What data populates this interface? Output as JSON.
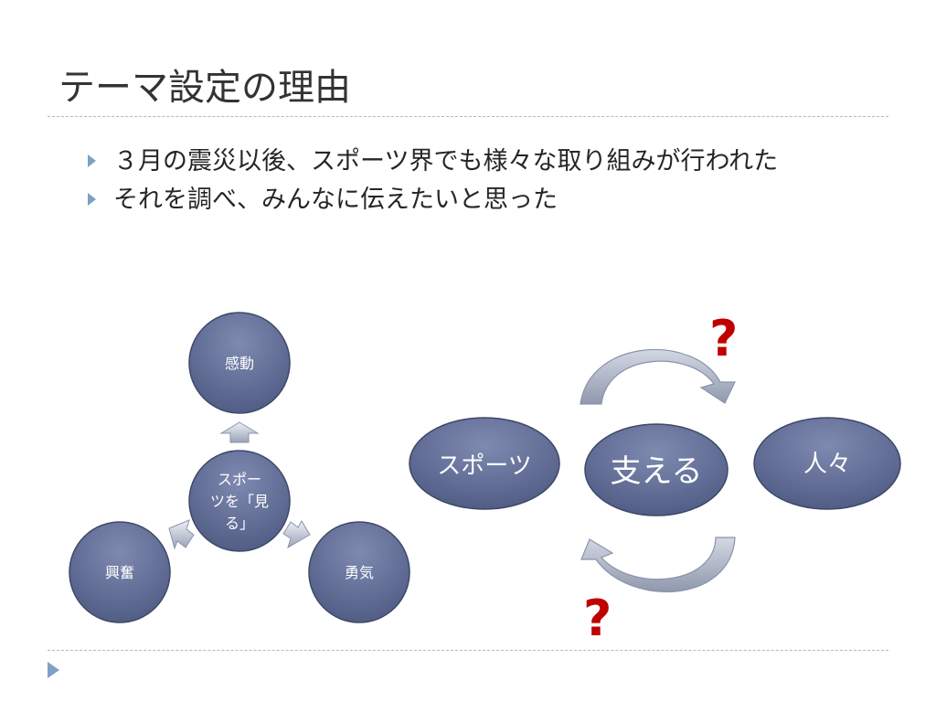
{
  "slide": {
    "title": "テーマ設定の理由",
    "bullets": [
      "３月の震災以後、スポーツ界でも様々な取り組みが行われた",
      "それを調べ、みんなに伝えたいと思った"
    ]
  },
  "left_diagram": {
    "center": [
      "スポー",
      "ツを「見",
      "る」"
    ],
    "top": "感動",
    "bottom_left": "興奮",
    "bottom_right": "勇気"
  },
  "right_diagram": {
    "left": "スポーツ",
    "middle": "支える",
    "right": "人々",
    "question_top": "?",
    "question_bottom": "?"
  },
  "colors": {
    "node_fill": "#5b6790",
    "node_fill_light": "#7e8ab0",
    "node_stroke": "#3e4868",
    "bullet": "#7f9fc3",
    "rule": "#a9bccb",
    "question": "#c00000"
  }
}
